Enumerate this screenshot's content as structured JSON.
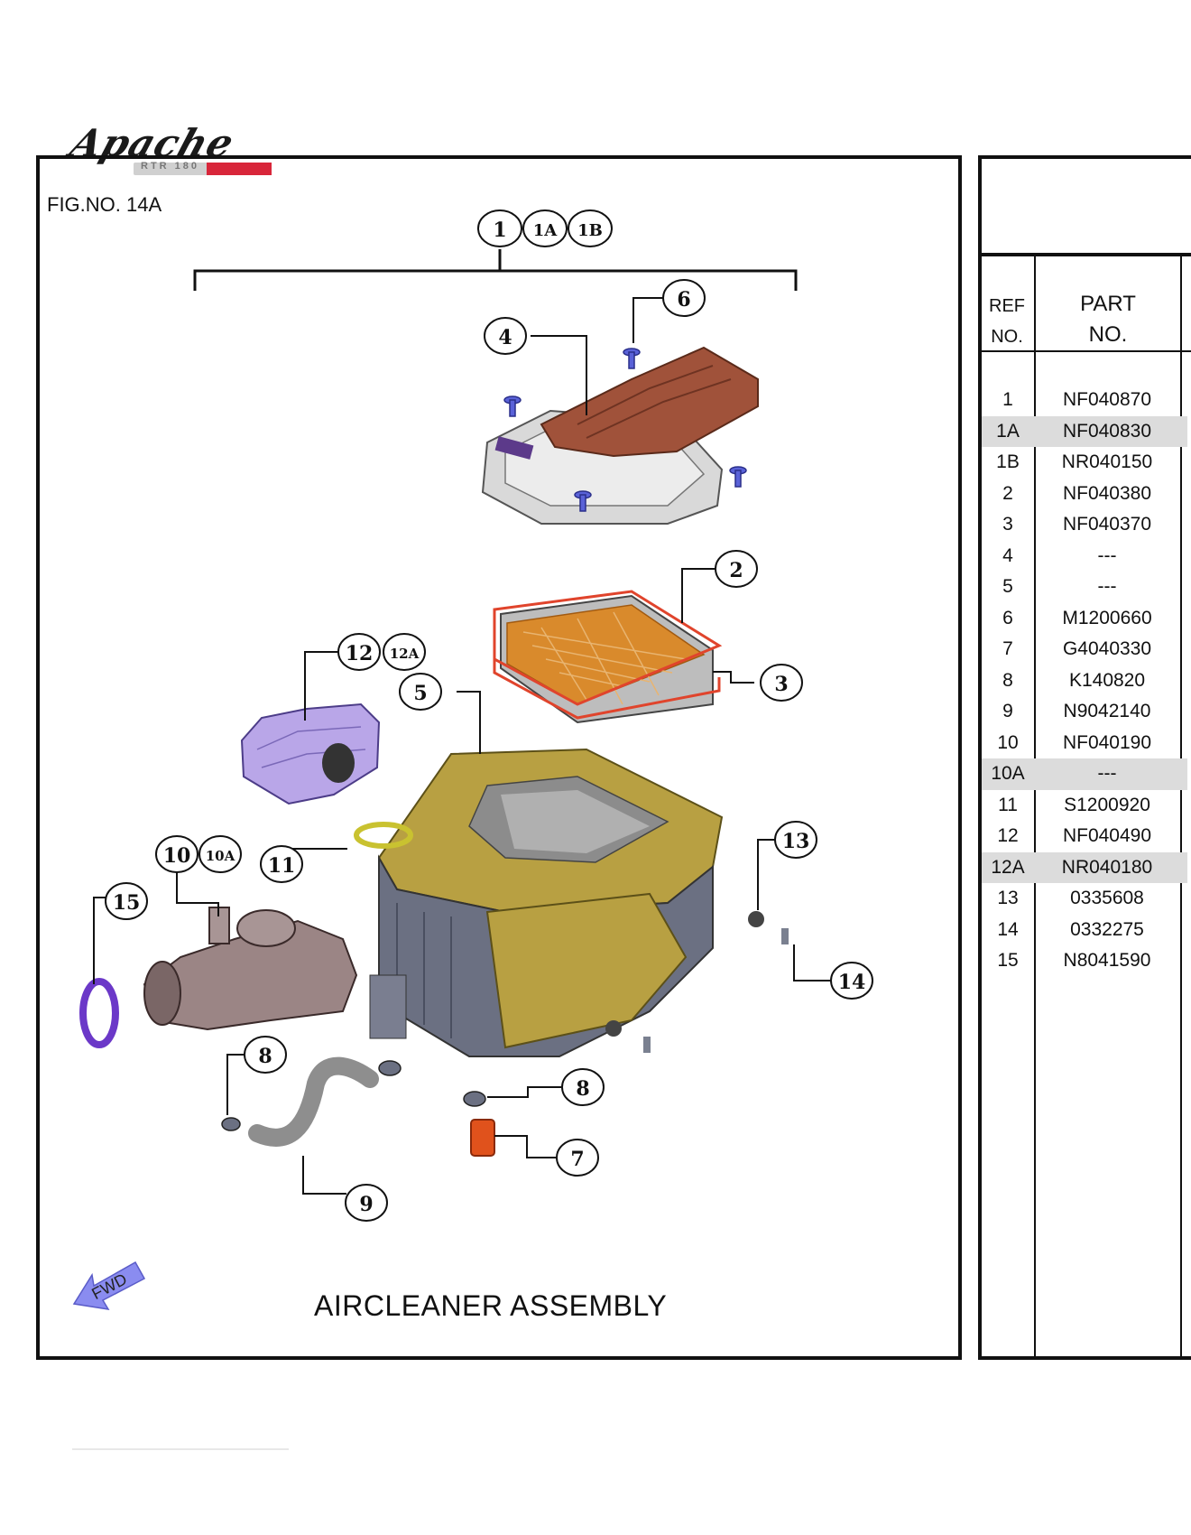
{
  "brand": {
    "logo_text": "Apache",
    "logo_sub": "RTR 180"
  },
  "figure": {
    "number": "FIG.NO. 14A",
    "title": "AIRCLEANER ASSEMBLY",
    "fwd_label": "FWD"
  },
  "callouts": [
    "1",
    "1A",
    "1B",
    "2",
    "3",
    "4",
    "5",
    "6",
    "7",
    "8",
    "8",
    "9",
    "10",
    "10A",
    "11",
    "12",
    "12A",
    "13",
    "14",
    "15"
  ],
  "table": {
    "header_ref": [
      "REF",
      "NO."
    ],
    "header_part": [
      "PART",
      "NO."
    ],
    "rows": [
      {
        "ref": "1",
        "part": "NF040870",
        "highlight": false
      },
      {
        "ref": "1A",
        "part": "NF040830",
        "highlight": true
      },
      {
        "ref": "1B",
        "part": "NR040150",
        "highlight": false
      },
      {
        "ref": "2",
        "part": "NF040380",
        "highlight": false
      },
      {
        "ref": "3",
        "part": "NF040370",
        "highlight": false
      },
      {
        "ref": "4",
        "part": "---",
        "highlight": false
      },
      {
        "ref": "5",
        "part": "---",
        "highlight": false
      },
      {
        "ref": "6",
        "part": "M1200660",
        "highlight": false
      },
      {
        "ref": "7",
        "part": "G4040330",
        "highlight": false
      },
      {
        "ref": "8",
        "part": "K140820",
        "highlight": false
      },
      {
        "ref": "9",
        "part": "N9042140",
        "highlight": false
      },
      {
        "ref": "10",
        "part": "NF040190",
        "highlight": false
      },
      {
        "ref": "10A",
        "part": "---",
        "highlight": true
      },
      {
        "ref": "11",
        "part": "S1200920",
        "highlight": false
      },
      {
        "ref": "12",
        "part": "NF040490",
        "highlight": false
      },
      {
        "ref": "12A",
        "part": "NR040180",
        "highlight": true
      },
      {
        "ref": "13",
        "part": "0335608",
        "highlight": false
      },
      {
        "ref": "14",
        "part": "0332275",
        "highlight": false
      },
      {
        "ref": "15",
        "part": "N8041590",
        "highlight": false
      }
    ]
  },
  "colors": {
    "cover": "#a0523a",
    "housing": "#b8a042",
    "gasket": "#e0442c",
    "duct": "#b9a6e8",
    "tube": "#9b8585",
    "clamp": "#6b38c8",
    "screw": "#5a62d8",
    "drain": "#e0521c",
    "fwd_arrow": "#8a8cf0"
  }
}
